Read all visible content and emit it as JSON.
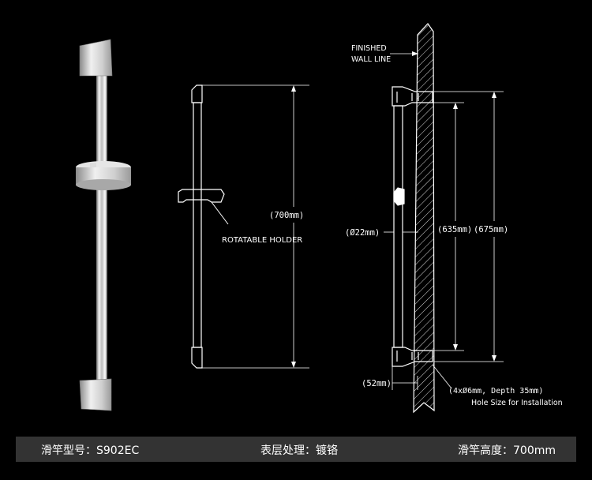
{
  "annotations": {
    "finished_wall_line_1": "FINISHED",
    "finished_wall_line_2": "WALL LINE",
    "rotatable_holder": "ROTATABLE HOLDER",
    "dim_700": "(700mm)",
    "dim_22": "(Ø22mm)",
    "dim_635": "(635mm)",
    "dim_675": "(675mm)",
    "dim_52": "(52mm)",
    "holes_spec": "(4xØ6mm, Depth 35mm)",
    "hole_size_note": "Hole Size for Installation"
  },
  "footer": {
    "model": "滑竿型号：S902EC",
    "finish": "表层处理：镀铬",
    "height": "滑竿高度：700mm"
  },
  "colors": {
    "background": "#000000",
    "line": "#ffffff",
    "footer_bar": "#333333"
  }
}
